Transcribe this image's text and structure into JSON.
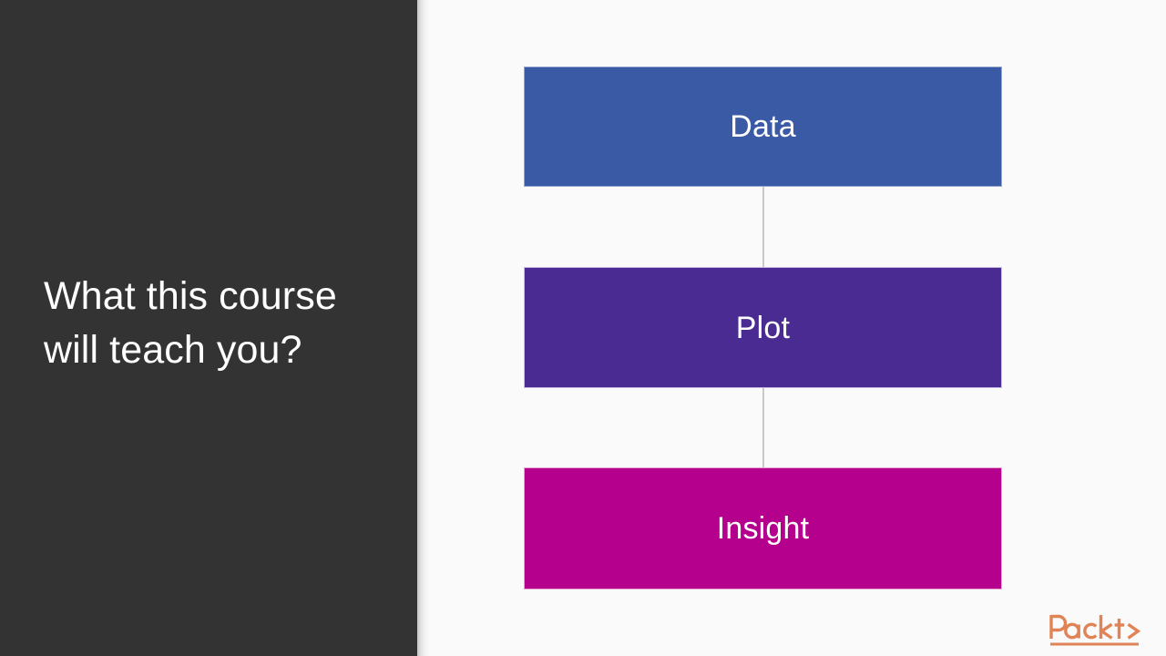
{
  "slide": {
    "title": "What this course\nwill teach you?",
    "background_color": "#fafafa",
    "panel_color": "#333333",
    "title_color": "#ffffff"
  },
  "diagram": {
    "type": "vertical-flow",
    "steps": [
      {
        "label": "Data",
        "color": "#3b5aa6",
        "border_color": "#92a6cf"
      },
      {
        "label": "Plot",
        "color": "#492b92",
        "border_color": "#cbb9e6"
      },
      {
        "label": "Insight",
        "color": "#b4008c",
        "border_color": "#e7a0d4"
      }
    ],
    "connector_color": "#c9c9c9"
  },
  "branding": {
    "logo_text": "Packt",
    "logo_mark": "<t>",
    "logo_color": "#e08457"
  }
}
